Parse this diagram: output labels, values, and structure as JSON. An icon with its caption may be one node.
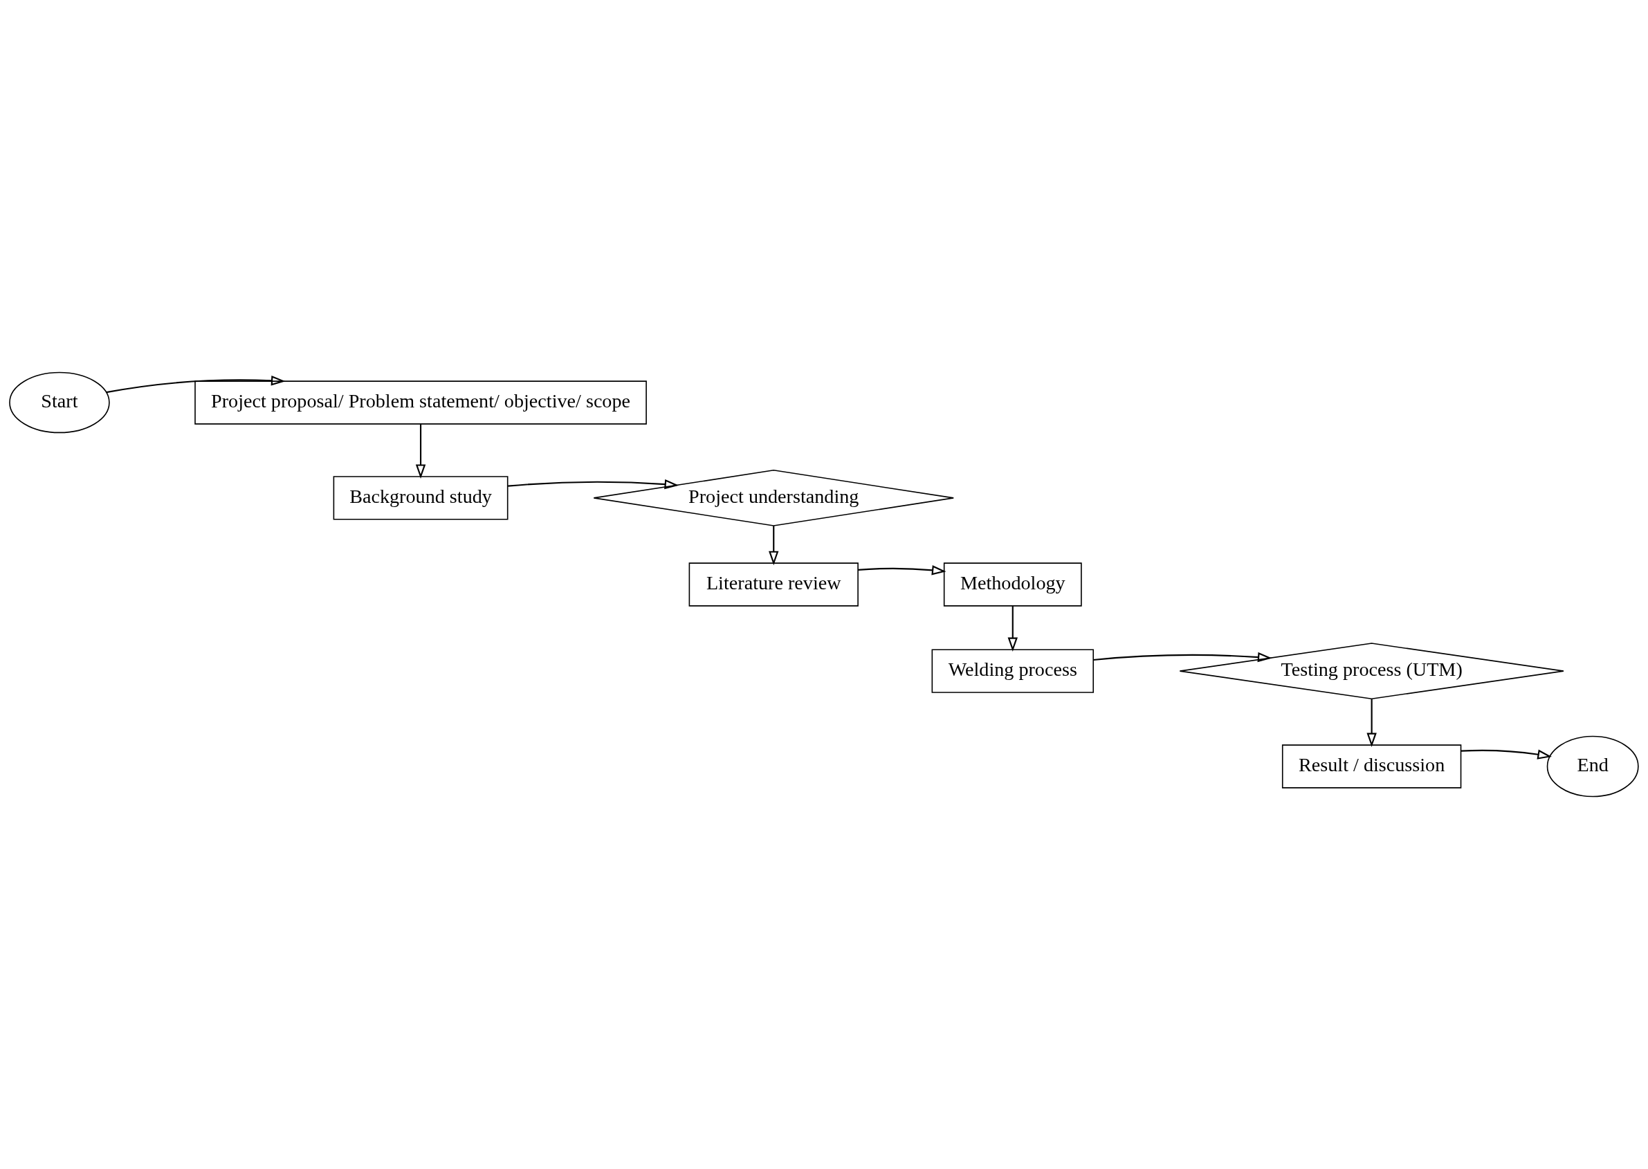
{
  "diagram": {
    "nodes": [
      {
        "text": [
          "Start"
        ]
      },
      {
        "text": [
          "Project proposal/ Problem statement/ objective/ scope"
        ]
      },
      {
        "text": [
          "Background study"
        ]
      },
      {
        "text": [
          "Project understanding"
        ]
      },
      {
        "text": [
          "Literature review"
        ]
      },
      {
        "text": [
          "Methodology"
        ]
      },
      {
        "text": [
          "Welding process"
        ]
      },
      {
        "text": [
          "Testing process (UTM)"
        ]
      },
      {
        "text": [
          "Result / discussion"
        ]
      },
      {
        "text": [
          "End"
        ]
      }
    ],
    "edges": [
      {
        "from": 0,
        "to": 1,
        "arrow": "to"
      },
      {
        "from": 1,
        "to": 2,
        "arrow": "to"
      },
      {
        "from": 2,
        "to": 3,
        "arrow": "to"
      },
      {
        "from": 3,
        "to": 4,
        "arrow": "to"
      },
      {
        "from": 4,
        "to": 5,
        "arrow": "to"
      },
      {
        "from": 5,
        "to": 6,
        "arrow": "to"
      },
      {
        "from": 6,
        "to": 7,
        "arrow": "to"
      },
      {
        "from": 7,
        "to": 8,
        "arrow": "to"
      },
      {
        "from": 8,
        "to": 9,
        "arrow": "to"
      }
    ]
  }
}
